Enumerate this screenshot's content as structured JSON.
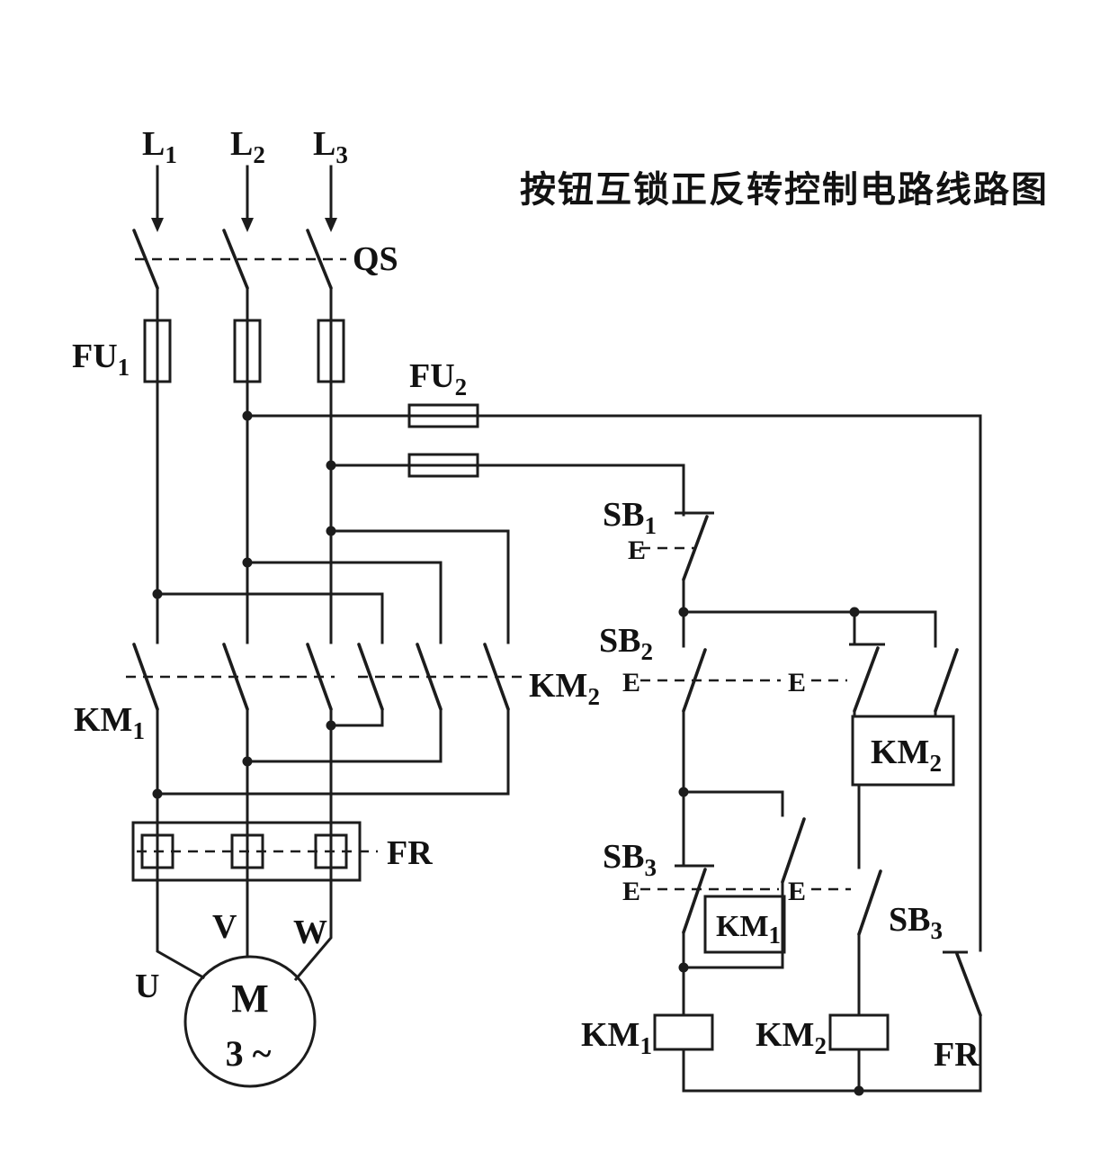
{
  "title": "按钮互锁正反转控制电路线路图",
  "colors": {
    "line": "#1c1c1c",
    "background": "#ffffff"
  },
  "labels": {
    "phase_l1": {
      "base": "L",
      "sub": "1"
    },
    "phase_l2": {
      "base": "L",
      "sub": "2"
    },
    "phase_l3": {
      "base": "L",
      "sub": "3"
    },
    "qs": "QS",
    "fu1": {
      "base": "FU",
      "sub": "1"
    },
    "fu2": {
      "base": "FU",
      "sub": "2"
    },
    "km1_main": {
      "base": "KM",
      "sub": "1"
    },
    "km2_main": {
      "base": "KM",
      "sub": "2"
    },
    "fr_main": "FR",
    "sb1": {
      "base": "SB",
      "sub": "1"
    },
    "sb2": {
      "base": "SB",
      "sub": "2"
    },
    "sb3_left": {
      "base": "SB",
      "sub": "3"
    },
    "sb3_right": {
      "base": "SB",
      "sub": "3"
    },
    "km2_aux": {
      "base": "KM",
      "sub": "2"
    },
    "km1_aux": {
      "base": "KM",
      "sub": "1"
    },
    "km1_coil": {
      "base": "KM",
      "sub": "1"
    },
    "km2_coil": {
      "base": "KM",
      "sub": "2"
    },
    "fr_control": "FR",
    "e_sb1": "E",
    "e_sb2_left": "E",
    "e_sb2_mid": "E",
    "e_sb3_left": "E",
    "e_sb3_mid": "E",
    "motor_m": "M",
    "motor_phase": "3 ~",
    "terminal_u": "U",
    "terminal_v": "V",
    "terminal_w": "W"
  }
}
